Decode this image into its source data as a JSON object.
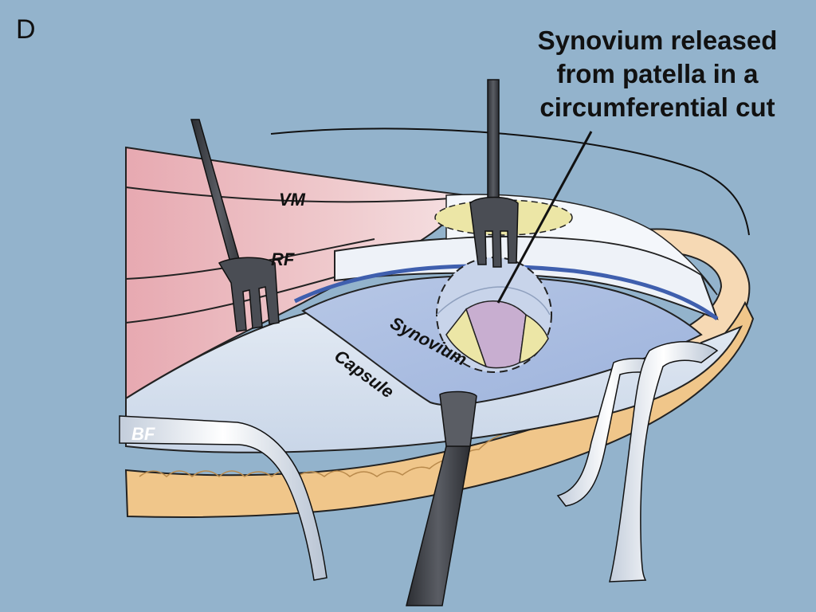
{
  "panel_letter": "D",
  "callout": {
    "lines": [
      "Synovium released",
      "from patella in a",
      "circumferential cut"
    ]
  },
  "labels": {
    "vm": "VM",
    "rf": "RF",
    "bf": "BF",
    "synovium": "Synovium",
    "capsule": "Capsule"
  },
  "colors": {
    "background": "#93b3cc",
    "muscle": "#e6b3b8",
    "fat": "#f2c98a",
    "synovium": "#a9bde0",
    "capsule": "#d8e1ee",
    "patella_pink": "#c8aed0",
    "patella_yellow": "#ece6a6",
    "instrument_dark": "#3d3f45",
    "retractor": "#e9eef5"
  }
}
